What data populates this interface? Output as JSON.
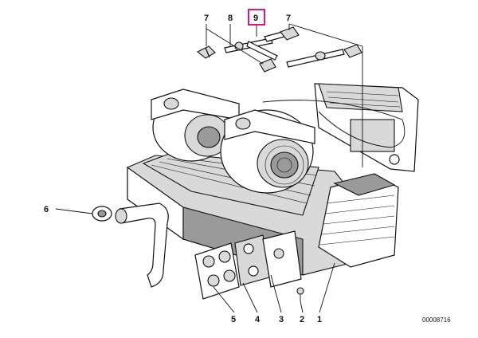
{
  "callouts": {
    "c7a": "7",
    "c8": "8",
    "c9": "9",
    "c7b": "7",
    "c6": "6",
    "c5": "5",
    "c4": "4",
    "c3": "3",
    "c2": "2",
    "c1": "1"
  },
  "highlighted_callout": "9",
  "highlight_color": "#e0157d",
  "diagram_code": "00008716"
}
